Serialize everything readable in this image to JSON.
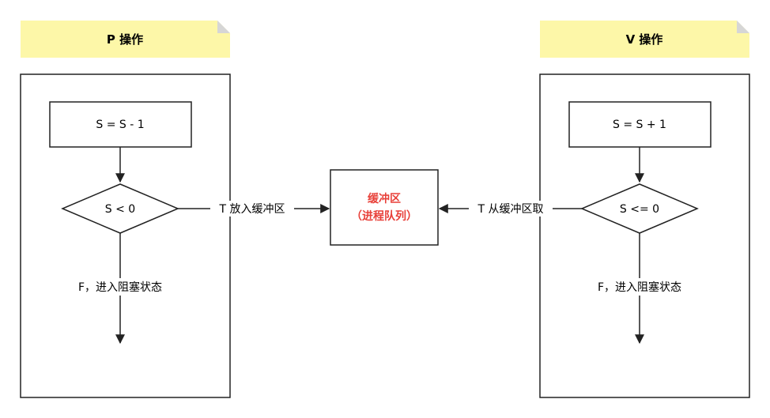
{
  "p_section": {
    "title": "P 操作",
    "step": "S = S - 1",
    "condition": "S < 0",
    "false_label": "F，进入阻塞状态"
  },
  "v_section": {
    "title": "V 操作",
    "step": "S = S + 1",
    "condition": "S <= 0",
    "false_label": "F，进入阻塞状态"
  },
  "buffer": {
    "line1": "缓冲区",
    "line2": "（进程队列）",
    "color": "#e8413a"
  },
  "edges": {
    "p_true": "T 放入缓冲区",
    "v_true": "T 从缓冲区取"
  },
  "colors": {
    "note_fill": "#fdf7a8",
    "note_fold": "#d6d6d6",
    "stroke": "#222222"
  }
}
